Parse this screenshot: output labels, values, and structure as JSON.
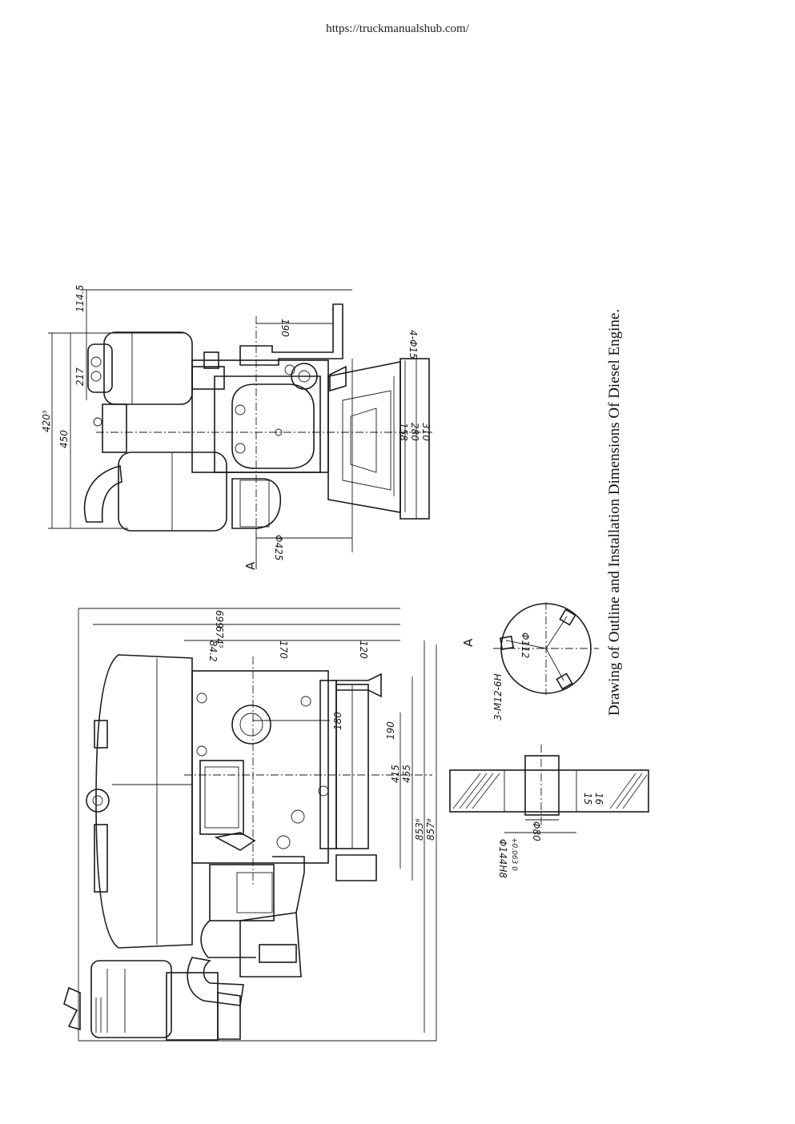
{
  "header": {
    "url": "https://truckmanualshub.com/"
  },
  "caption": "Drawing of Outline and Installation Dimensions Of Diesel Engine.",
  "dimensions": {
    "end_view": {
      "d_1145": "114.5",
      "d_217": "217",
      "d_4205": "420⁵",
      "d_450": "450",
      "d_190": "190",
      "d_4_phi15": "4-Φ15",
      "d_158": "158",
      "d_280": "280",
      "d_310": "310",
      "d_phi425": "Φ425",
      "section_marker": "A"
    },
    "side_view": {
      "d_699": "699",
      "d_6745": "674⁵",
      "d_842": "84.2",
      "d_170": "170",
      "d_120": "120",
      "d_180": "180",
      "d_190": "190",
      "d_415": "415",
      "d_455": "455",
      "d_8536": "853⁶",
      "d_8578": "857⁸"
    },
    "detail_a": {
      "label": "A",
      "thread": "3-M12-6H",
      "pcd": "Φ112",
      "bore": "Φ144H8",
      "bore_tol": "+0.063 0",
      "d_phi80": "Φ80",
      "d_15": "15",
      "d_16": "16"
    }
  }
}
